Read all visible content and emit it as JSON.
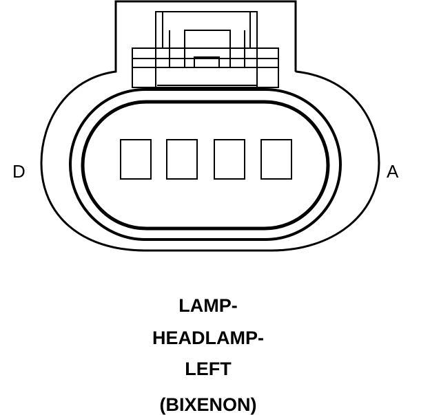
{
  "connector": {
    "pin_count": 4,
    "left_end_label": "D",
    "right_end_label": "A"
  },
  "caption": {
    "line1": "LAMP-",
    "line2": "HEADLAMP-",
    "line3": "LEFT",
    "line4": "(BIXENON)"
  }
}
